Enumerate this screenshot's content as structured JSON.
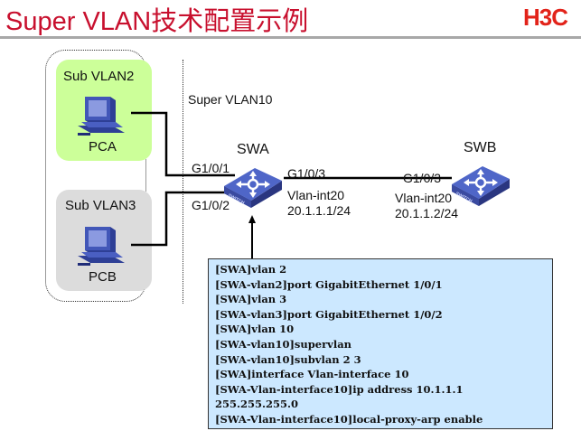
{
  "header": {
    "title": "Super VLAN技术配置示例",
    "logo": "H3C",
    "title_color": "#c8102e",
    "logo_color": "#e2231a"
  },
  "diagram": {
    "super_vlan_label": "Super VLAN10",
    "sub_vlans": [
      {
        "label": "Sub VLAN2",
        "host": "PCA",
        "color": "#ccff99"
      },
      {
        "label": "Sub VLAN3",
        "host": "PCB",
        "color": "#dcdcdc"
      }
    ],
    "switches": [
      {
        "name": "SWA",
        "ports": {
          "p1": "G1/0/1",
          "p2": "G1/0/2",
          "p3": "G1/0/3"
        },
        "interface": "Vlan-int20",
        "ip": "20.1.1.1/24"
      },
      {
        "name": "SWB",
        "ports": {
          "p3": "G1/0/3"
        },
        "interface": "Vlan-int20",
        "ip": "20.1.1.2/24"
      }
    ],
    "switch_icon_label": "SWITCH"
  },
  "config": {
    "background": "#cce8ff",
    "lines": [
      "[SWA]vlan 2",
      "[SWA-vlan2]port GigabitEthernet 1/0/1",
      "[SWA]vlan 3",
      "[SWA-vlan3]port GigabitEthernet 1/0/2",
      "[SWA]vlan 10",
      "[SWA-vlan10]supervlan",
      "[SWA-vlan10]subvlan 2 3",
      "[SWA]interface Vlan-interface 10",
      "[SWA-Vlan-interface10]ip address 10.1.1.1",
      "255.255.255.0",
      "[SWA-Vlan-interface10]local-proxy-arp enable"
    ]
  }
}
